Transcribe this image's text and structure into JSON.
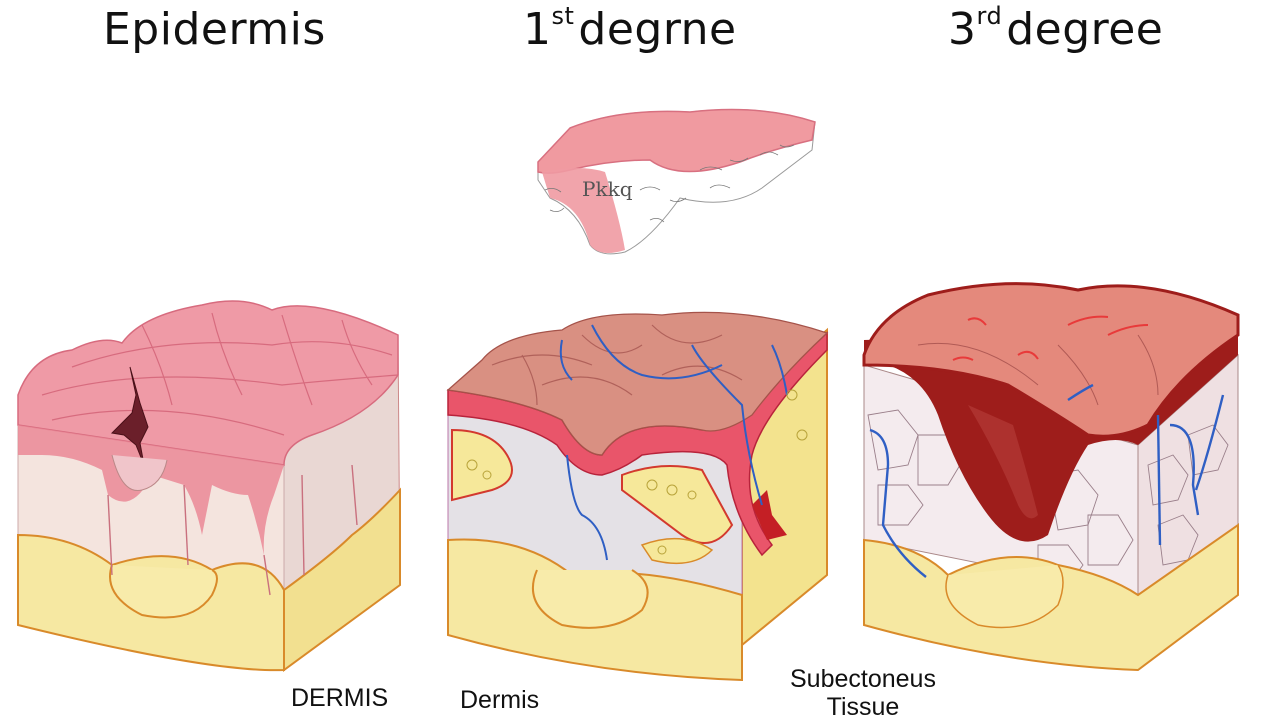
{
  "titles": {
    "epidermis": {
      "main": "Epidermis"
    },
    "first_degree": {
      "num": "1",
      "sup": "st",
      "rest": "degrne"
    },
    "third_degree": {
      "num": "3",
      "sup": "rd",
      "rest": "degree"
    }
  },
  "inset": {
    "text": "Pkkq"
  },
  "labels": {
    "dermis_upper": "DERMIS",
    "dermis": "Dermis",
    "subcutaneous_line1": "Subectoneus",
    "subcutaneous_line2": "Tissue"
  },
  "colors": {
    "epidermis_pink": "#ec9aa4",
    "dermis_light": "#f3e4df",
    "fat_yellow": "#f5e79e",
    "fat_outline": "#d98a2a",
    "burn_dark_red": "#9e1d1b",
    "vein_blue": "#2f5fc4"
  }
}
